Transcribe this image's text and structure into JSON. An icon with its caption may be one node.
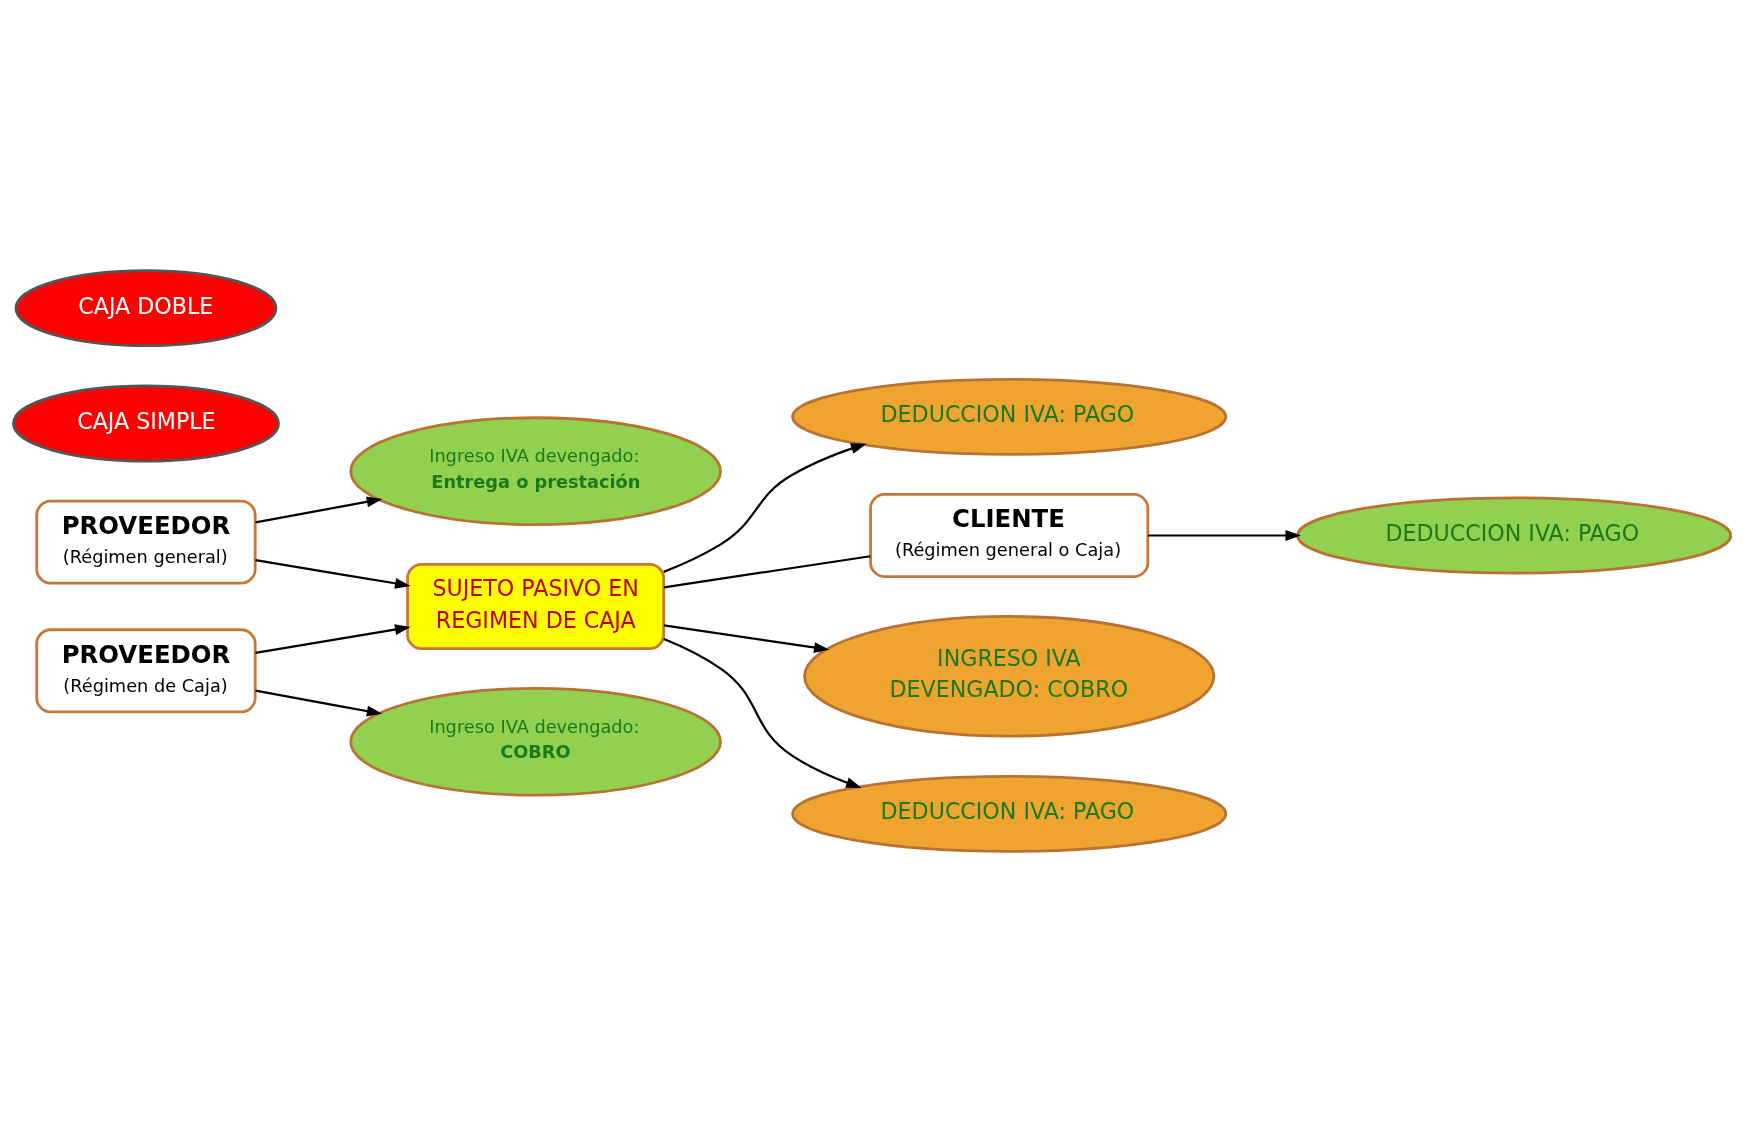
{
  "diagram": {
    "nodes": [
      {
        "text": [
          "DEDUCCION IVA: PAGO"
        ]
      },
      {
        "text": [
          "DEDUCCION IVA: PAGO"
        ]
      },
      {
        "text": [
          "PROVEEDOR",
          "(Régimen general)"
        ]
      },
      {
        "text": [
          "SUJETO PASIVO EN REGIMEN DE CAJA"
        ]
      },
      {
        "text": [
          "CAJA SIMPLE"
        ]
      },
      {
        "text": [
          "CLIENTE",
          "(Régimen general o Caja)"
        ]
      },
      {
        "text": [
          "Ingreso IVA devengado:",
          "Entrega o prestación"
        ]
      },
      {
        "text": [
          "Ingreso IVA devengado:",
          "COBRO"
        ]
      },
      {
        "text": [
          "INGRESO IVA DEVENGADO: COBRO"
        ]
      },
      {
        "text": [
          "PROVEEDOR",
          "(Régimen de Caja)"
        ]
      },
      {
        "text": [
          "DEDUCCION IVA: PAGO"
        ]
      },
      {
        "text": [
          "CAJA DOBLE"
        ]
      }
    ],
    "edges": [
      {
        "from": 2,
        "to": 3,
        "arrow": "to"
      },
      {
        "from": 3,
        "to": 0,
        "arrow": "to"
      },
      {
        "from": 2,
        "to": 6,
        "arrow": "to"
      },
      {
        "from": 5,
        "to": 1,
        "arrow": "to"
      },
      {
        "from": 3,
        "to": 5,
        "arrow": "none"
      },
      {
        "from": 3,
        "to": 8,
        "arrow": "to"
      },
      {
        "from": 9,
        "to": 3,
        "arrow": "to"
      },
      {
        "from": 3,
        "to": 10,
        "arrow": "to"
      },
      {
        "from": 9,
        "to": 7,
        "arrow": "to"
      }
    ]
  }
}
